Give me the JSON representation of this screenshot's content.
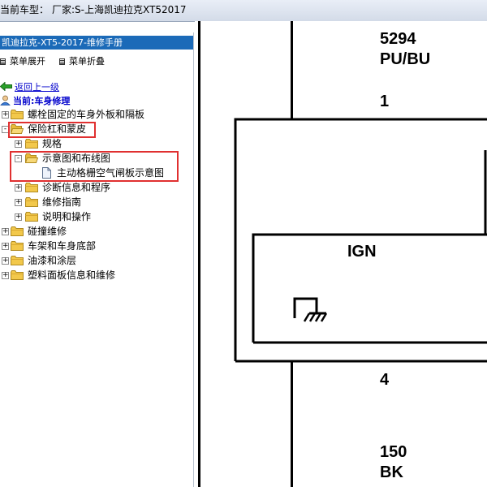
{
  "topbar": {
    "label": "当前车型：",
    "value": "厂家:S-上海凯迪拉克XT52017"
  },
  "leftpanel": {
    "title": "凯迪拉克-XT5-2017-维修手册",
    "expand_label": "菜单展开",
    "collapse_label": "菜单折叠",
    "back_label": "返回上一级",
    "current_label": "当前:车身修理"
  },
  "tree": [
    {
      "label": "螺栓固定的车身外板和隔板",
      "expander": "+"
    },
    {
      "label": "保险杠和蒙皮",
      "expander": "-"
    },
    {
      "label": "规格",
      "expander": "+"
    },
    {
      "label": "示意图和布线图",
      "expander": "-"
    },
    {
      "label": "主动格栅空气闸板示意图",
      "expander": ""
    },
    {
      "label": "诊断信息和程序",
      "expander": "+"
    },
    {
      "label": "维修指南",
      "expander": "+"
    },
    {
      "label": "说明和操作",
      "expander": "+"
    },
    {
      "label": "碰撞维修",
      "expander": "+"
    },
    {
      "label": "车架和车身底部",
      "expander": "+"
    },
    {
      "label": "油漆和涂层",
      "expander": "+"
    },
    {
      "label": "塑料面板信息和维修",
      "expander": "+"
    }
  ],
  "diagram": {
    "circuit_top": "5294",
    "wire_color_top": "PU/BU",
    "pin_top": "1",
    "component": "IGN",
    "pin_bottom": "4",
    "circuit_bottom": "150",
    "wire_color_bottom": "BK"
  },
  "colors": {
    "highlight": "#e03030",
    "panel_title_bg": "#1b6ab8",
    "link": "#0000cc",
    "folder": "#f2c84b"
  }
}
